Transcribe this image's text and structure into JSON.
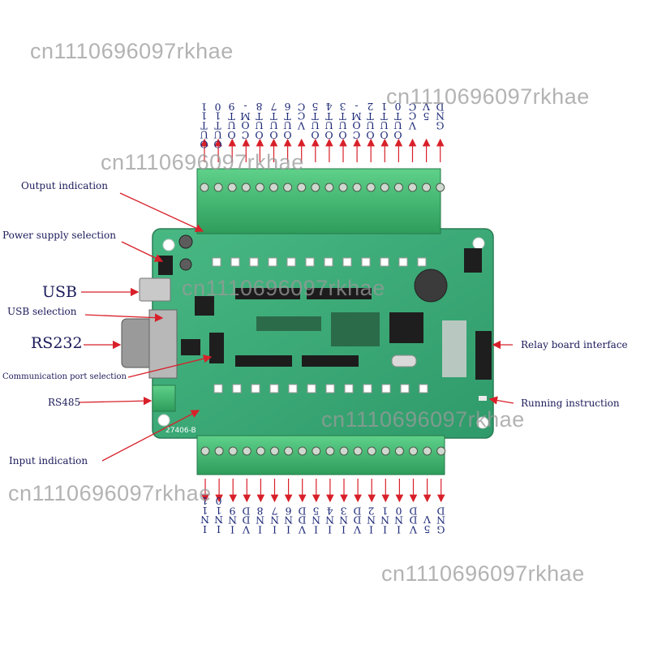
{
  "watermark": "cn1110696097rkhae",
  "annotations": {
    "output_indication": "Output indication",
    "power_supply_selection": "Power supply selection",
    "usb": "USB",
    "usb_selection": "USB selection",
    "rs232": "RS232",
    "communication_port_selection": "Communication port selection",
    "rs485": "RS485",
    "input_indication": "Input indication",
    "relay_board_interface": "Relay board interface",
    "running_instruction": "Running instruction"
  },
  "board_marking": "27406-B",
  "top_terminals": [
    "OUT11",
    "OUT10",
    "OUT9",
    "COM-",
    "OUT8",
    "OUT7",
    "OUT6",
    "VCC",
    "OUT5",
    "OUT4",
    "OUT3",
    "COM-",
    "OUT2",
    "OUT1",
    "OUT0",
    "VCC",
    "5V",
    "GND"
  ],
  "bottom_terminals": [
    "IN11",
    "IN10",
    "IN9",
    "VDD",
    "IN8",
    "IN7",
    "IN6",
    "VDD",
    "IN5",
    "IN4",
    "IN3",
    "VDD",
    "IN2",
    "IN1",
    "IN0",
    "VDD",
    "5V",
    "GND"
  ],
  "colors": {
    "pcb": "#3fae7a",
    "terminal": "#4cc37a",
    "annotation_text": "#1a1a5a",
    "arrow": "#d8202a",
    "watermark": "#9a9a9a"
  }
}
